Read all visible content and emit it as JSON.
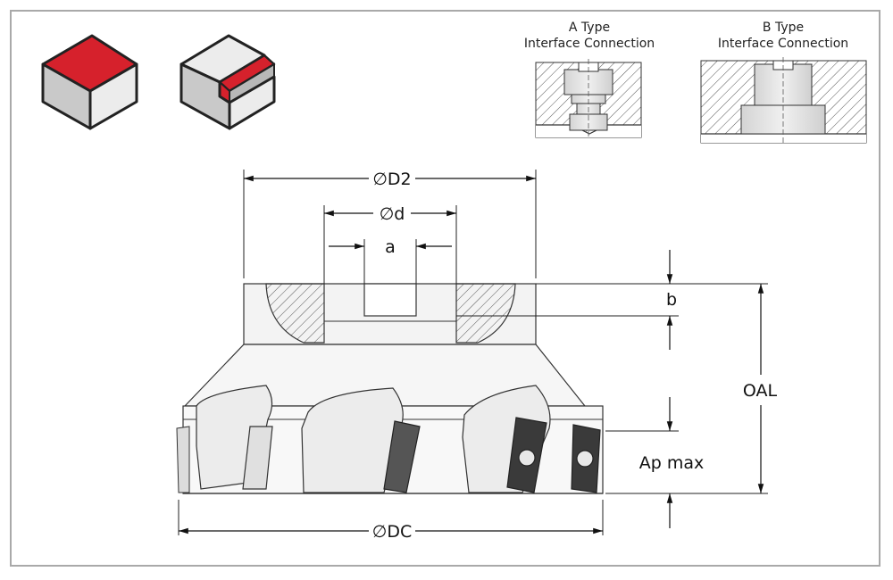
{
  "colors": {
    "frame": "#a9a9a9",
    "accent_red": "#d6212c",
    "line": "#222222",
    "hatch": "#555555",
    "steel_light": "#e6e6e6",
    "steel_mid": "#cfcfcf",
    "steel_dark": "#bdbdbd"
  },
  "icons": {
    "face_milling": "face-milling-icon",
    "shoulder_milling": "shoulder-milling-icon"
  },
  "interface": {
    "a_type": {
      "line1": "A Type",
      "line2": "Interface Connection"
    },
    "b_type": {
      "line1": "B Type",
      "line2": "Interface Connection"
    }
  },
  "dimensions": {
    "d2": "∅D2",
    "d": "∅d",
    "a": "a",
    "b": "b",
    "oal": "OAL",
    "ap_max": "Ap  max",
    "dc": "∅DC"
  }
}
